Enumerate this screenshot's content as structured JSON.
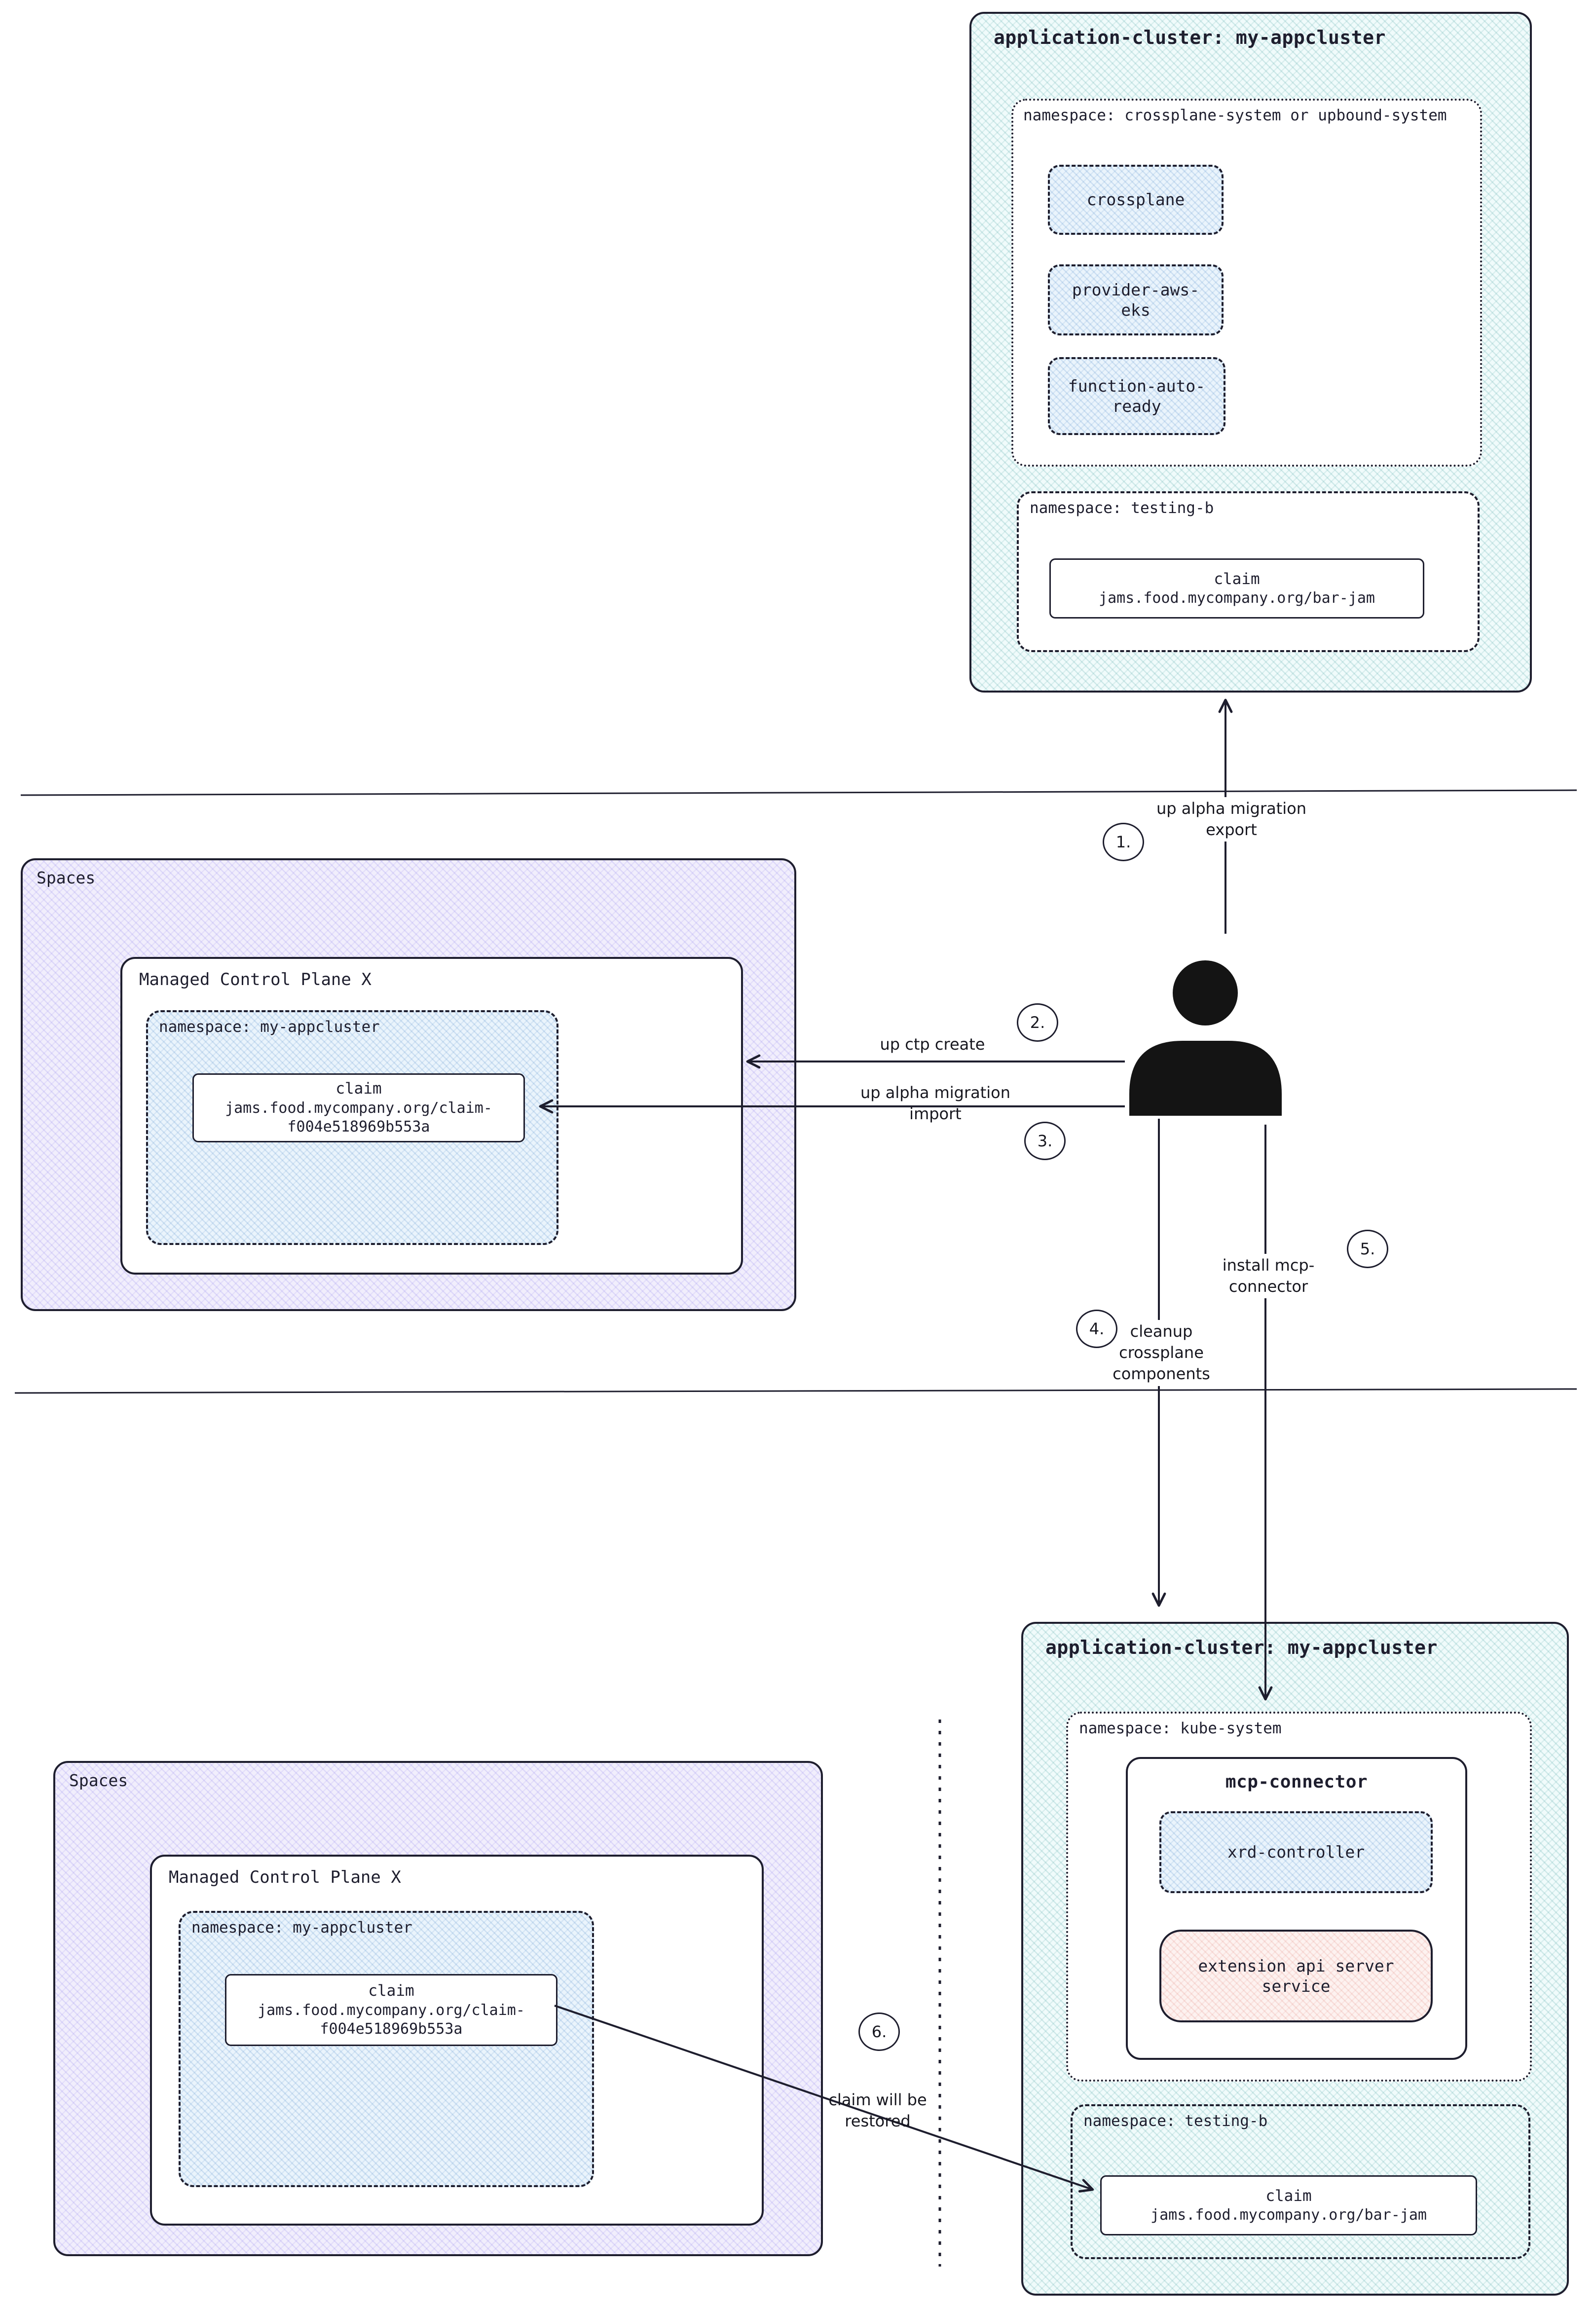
{
  "colors": {
    "ink": "#1e1e2e",
    "cluster_fill": "#e9f7f7",
    "spaces_fill": "#f1eefc",
    "namespace_fill": "#eaf4fc",
    "extension_fill": "#fdf2f0"
  },
  "top_cluster": {
    "title": "application-cluster: my-appcluster",
    "system_namespace": {
      "label": "namespace: crossplane-system or upbound-system",
      "components": [
        {
          "label": "crossplane"
        },
        {
          "label": "provider-aws-eks"
        },
        {
          "label": "function-auto-ready"
        }
      ]
    },
    "testing_namespace": {
      "label": "namespace: testing-b",
      "claim": {
        "kind": "claim",
        "name": "jams.food.mycompany.org/bar-jam"
      }
    }
  },
  "middle_spaces": {
    "title": "Spaces",
    "mcp": {
      "title": "Managed Control Plane X",
      "namespace": {
        "label": "namespace: my-appcluster",
        "claim": {
          "kind": "claim",
          "name": "jams.food.mycompany.org/claim-f004e518969b553a"
        }
      }
    }
  },
  "bottom_spaces": {
    "title": "Spaces",
    "mcp": {
      "title": "Managed Control Plane X",
      "namespace": {
        "label": "namespace: my-appcluster",
        "claim": {
          "kind": "claim",
          "name": "jams.food.mycompany.org/claim-f004e518969b553a"
        }
      }
    }
  },
  "bottom_cluster": {
    "title": "application-cluster: my-appcluster",
    "kube_namespace": {
      "label": "namespace: kube-system",
      "mcp_connector": {
        "title": "mcp-connector",
        "xrd_controller": {
          "label": "xrd-controller"
        },
        "extension_service": {
          "label": "extension api server service"
        }
      }
    },
    "testing_namespace": {
      "label": "namespace: testing-b",
      "claim": {
        "kind": "claim",
        "name": "jams.food.mycompany.org/bar-jam"
      }
    }
  },
  "steps": [
    {
      "num": "1.",
      "label": "up alpha migration export"
    },
    {
      "num": "2.",
      "label": "up ctp create"
    },
    {
      "num": "3.",
      "label": "up alpha migration import"
    },
    {
      "num": "4.",
      "label": "cleanup crossplane components"
    },
    {
      "num": "5.",
      "label": "install mcp-connector"
    },
    {
      "num": "6.",
      "label": "claim will be restored"
    }
  ]
}
